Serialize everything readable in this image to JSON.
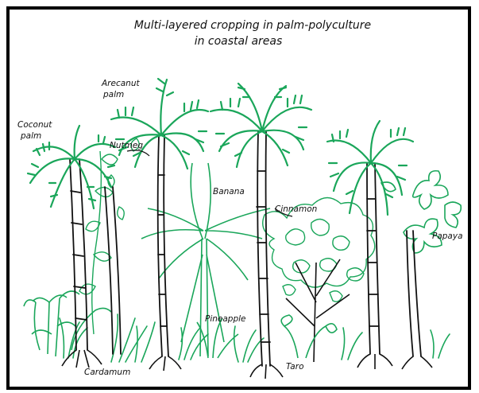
{
  "title": {
    "line1": "Multi-layered cropping in palm-polyculture",
    "line2": "in coastal areas"
  },
  "labels": {
    "coconut_line1": "Coconut",
    "coconut_line2": "palm",
    "arecanut_line1": "Arecanut",
    "arecanut_line2": "palm",
    "nutmeg": "Nutmeg",
    "banana": "Banana",
    "cinnamon": "Cinnamon",
    "papaya": "Papaya",
    "pineapple": "Pineapple",
    "cardamum": "Cardamum",
    "taro": "Taro"
  },
  "colors": {
    "plant_green": "#1aa65a",
    "trunk_black": "#111111",
    "frame": "#000000",
    "background": "#ffffff"
  }
}
